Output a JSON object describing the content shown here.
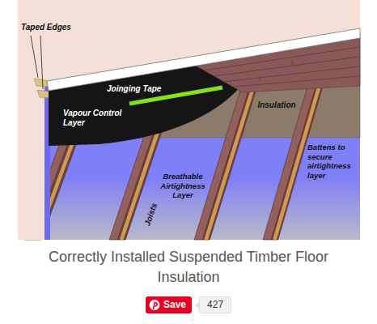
{
  "diagram": {
    "caption": "Correctly Installed Suspended Timber Floor Insulation",
    "nodes": [
      {
        "text": [
          "Save"
        ]
      },
      {
        "text": [
          "427"
        ]
      }
    ],
    "labels": [
      "Taped Edges",
      "Joinging Tape",
      "Vapour Control Layer",
      "Insulation",
      "Battens to secure airtightness layer",
      "Joists",
      "Breathable Airtightness Layer"
    ]
  }
}
